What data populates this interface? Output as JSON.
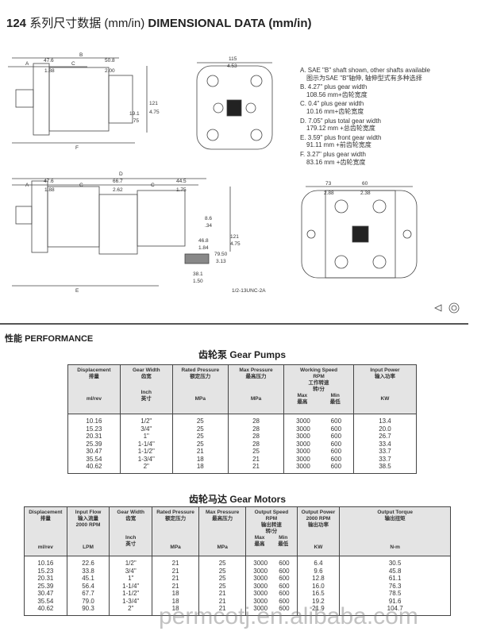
{
  "header": {
    "model": "124",
    "title_cn": "系列尺寸数据 (mm/in)",
    "title_en": "DIMENSIONAL DATA (mm/in)"
  },
  "notes": [
    {
      "line1": "A. SAE \"B\" shaft shown, other shafts available",
      "line2": "图示为SAE \"B\"轴伸, 轴伸型式有多种选择"
    },
    {
      "line1": "B. 4.27\" plus gear width",
      "line2": "108.56 mm+齿轮宽度"
    },
    {
      "line1": "C. 0.4\" plus gear width",
      "line2": "10.16 mm+齿轮宽度"
    },
    {
      "line1": "D. 7.05\" plus total gear width",
      "line2": "179.12 mm +总齿轮宽度"
    },
    {
      "line1": "E. 3.59\" plus front gear width",
      "line2": "91.11 mm +前齿轮宽度"
    },
    {
      "line1": "F. 3.27\" plus gear width",
      "line2": "83.16 mm  +齿轮宽度"
    }
  ],
  "drawings": {
    "letters": {
      "a": "A",
      "b": "B",
      "c": "C",
      "d": "D",
      "e": "E",
      "f": "F"
    },
    "d1": {
      "a_mm": "47.6",
      "a_in": "1.88",
      "c_mm": "50.8",
      "c_in": "2.00",
      "h_mm": "121",
      "h_in": "4.75",
      "s_mm": "19.1",
      "s_in": ".75"
    },
    "front1": {
      "w_mm": "115",
      "w_in": "4.53"
    },
    "d2": {
      "a_mm": "47.6",
      "a_in": "1.88",
      "c1_mm": "66.7",
      "c1_in": "2.62",
      "c2_mm": "44.5",
      "c2_in": "1.75",
      "p_mm": "8.6",
      "p_in": ".34",
      "q_mm": "46.8",
      "q_in": "1.84",
      "h_mm": "121",
      "h_in": "4.75",
      "r_mm": "79.50",
      "r_in": "3.13",
      "b_mm": "38.1",
      "b_in": "1.50",
      "thread": "1/2-13UNC-2A"
    },
    "front2": {
      "l_mm": "73",
      "l_in": "2.88",
      "r_mm": "60",
      "r_in": "2.38"
    }
  },
  "performance": {
    "title_cn": "性能",
    "title_en": "PERFORMANCE"
  },
  "pumps": {
    "title_cn": "齿轮泵",
    "title_en": "Gear Pumps",
    "headers": {
      "disp": "Displacement",
      "disp_cn": "排量",
      "disp_u": "ml/rev",
      "gw": "Gear Width",
      "gw_cn": "齿宽",
      "gw_u": "Inch",
      "gw_u_cn": "英寸",
      "rp": "Rated Pressure",
      "rp_cn": "额定压力",
      "rp_u": "MPa",
      "mp": "Max Pressure",
      "mp_cn": "最高压力",
      "mp_u": "MPa",
      "ws": "Working Speed",
      "ws_rpm": "RPM",
      "ws_cn": "工作转速",
      "ws_cn2": "转/分",
      "max": "Max",
      "max_cn": "最高",
      "min": "Min",
      "min_cn": "最低",
      "ip": "Input Power",
      "ip_cn": "输入功率",
      "ip_u": "KW"
    },
    "rows": [
      [
        "10.16",
        "1/2\"",
        "25",
        "28",
        "3000",
        "600",
        "13.4"
      ],
      [
        "15.23",
        "3/4\"",
        "25",
        "28",
        "3000",
        "600",
        "20.0"
      ],
      [
        "20.31",
        "1\"",
        "25",
        "28",
        "3000",
        "600",
        "26.7"
      ],
      [
        "25.39",
        "1-1/4\"",
        "25",
        "28",
        "3000",
        "600",
        "33.4"
      ],
      [
        "30.47",
        "1-1/2\"",
        "21",
        "25",
        "3000",
        "600",
        "33.7"
      ],
      [
        "35.54",
        "1-3/4\"",
        "18",
        "21",
        "3000",
        "600",
        "33.7"
      ],
      [
        "40.62",
        "2\"",
        "18",
        "21",
        "3000",
        "600",
        "38.5"
      ]
    ]
  },
  "motors": {
    "title_cn": "齿轮马达",
    "title_en": "Gear Motors",
    "headers": {
      "disp": "Displacement",
      "disp_cn": "排量",
      "disp_u": "ml/rev",
      "if": "Input Flow",
      "if_cn": "输入流量",
      "if_rpm": "2000 RPM",
      "if_u": "LPM",
      "gw": "Gear Width",
      "gw_cn": "齿宽",
      "gw_u": "Inch",
      "gw_u_cn": "英寸",
      "rp": "Rated Pressure",
      "rp_cn": "额定压力",
      "rp_u": "MPa",
      "mp": "Max Pressure",
      "mp_cn": "最高压力",
      "mp_u": "MPa",
      "os": "Output Speed",
      "os_rpm": "RPM",
      "os_cn": "输出转速",
      "os_cn2": "转/分",
      "max": "Max",
      "max_cn": "最高",
      "min": "Min",
      "min_cn": "最低",
      "op": "Output Power",
      "op_rpm": "2000 RPM",
      "op_cn": "输出功率",
      "op_u": "KW",
      "ot": "Output Torque",
      "ot_cn": "输出扭矩",
      "ot_u": "N-m"
    },
    "rows": [
      [
        "10.16",
        "22.6",
        "1/2\"",
        "21",
        "25",
        "3000",
        "600",
        "6.4",
        "30.5"
      ],
      [
        "15.23",
        "33.8",
        "3/4\"",
        "21",
        "25",
        "3000",
        "600",
        "9.6",
        "45.8"
      ],
      [
        "20.31",
        "45.1",
        "1\"",
        "21",
        "25",
        "3000",
        "600",
        "12.8",
        "61.1"
      ],
      [
        "25.39",
        "56.4",
        "1-1/4\"",
        "21",
        "25",
        "3000",
        "600",
        "16.0",
        "76.3"
      ],
      [
        "30.47",
        "67.7",
        "1-1/2\"",
        "18",
        "21",
        "3000",
        "600",
        "16.5",
        "78.5"
      ],
      [
        "35.54",
        "79.0",
        "1-3/4\"",
        "18",
        "21",
        "3000",
        "600",
        "19.2",
        "91.6"
      ],
      [
        "40.62",
        "90.3",
        "2\"",
        "18",
        "21",
        "3000",
        "600",
        "21.9",
        "104.7"
      ]
    ]
  },
  "watermark": "permcotj.en.alibaba.com"
}
